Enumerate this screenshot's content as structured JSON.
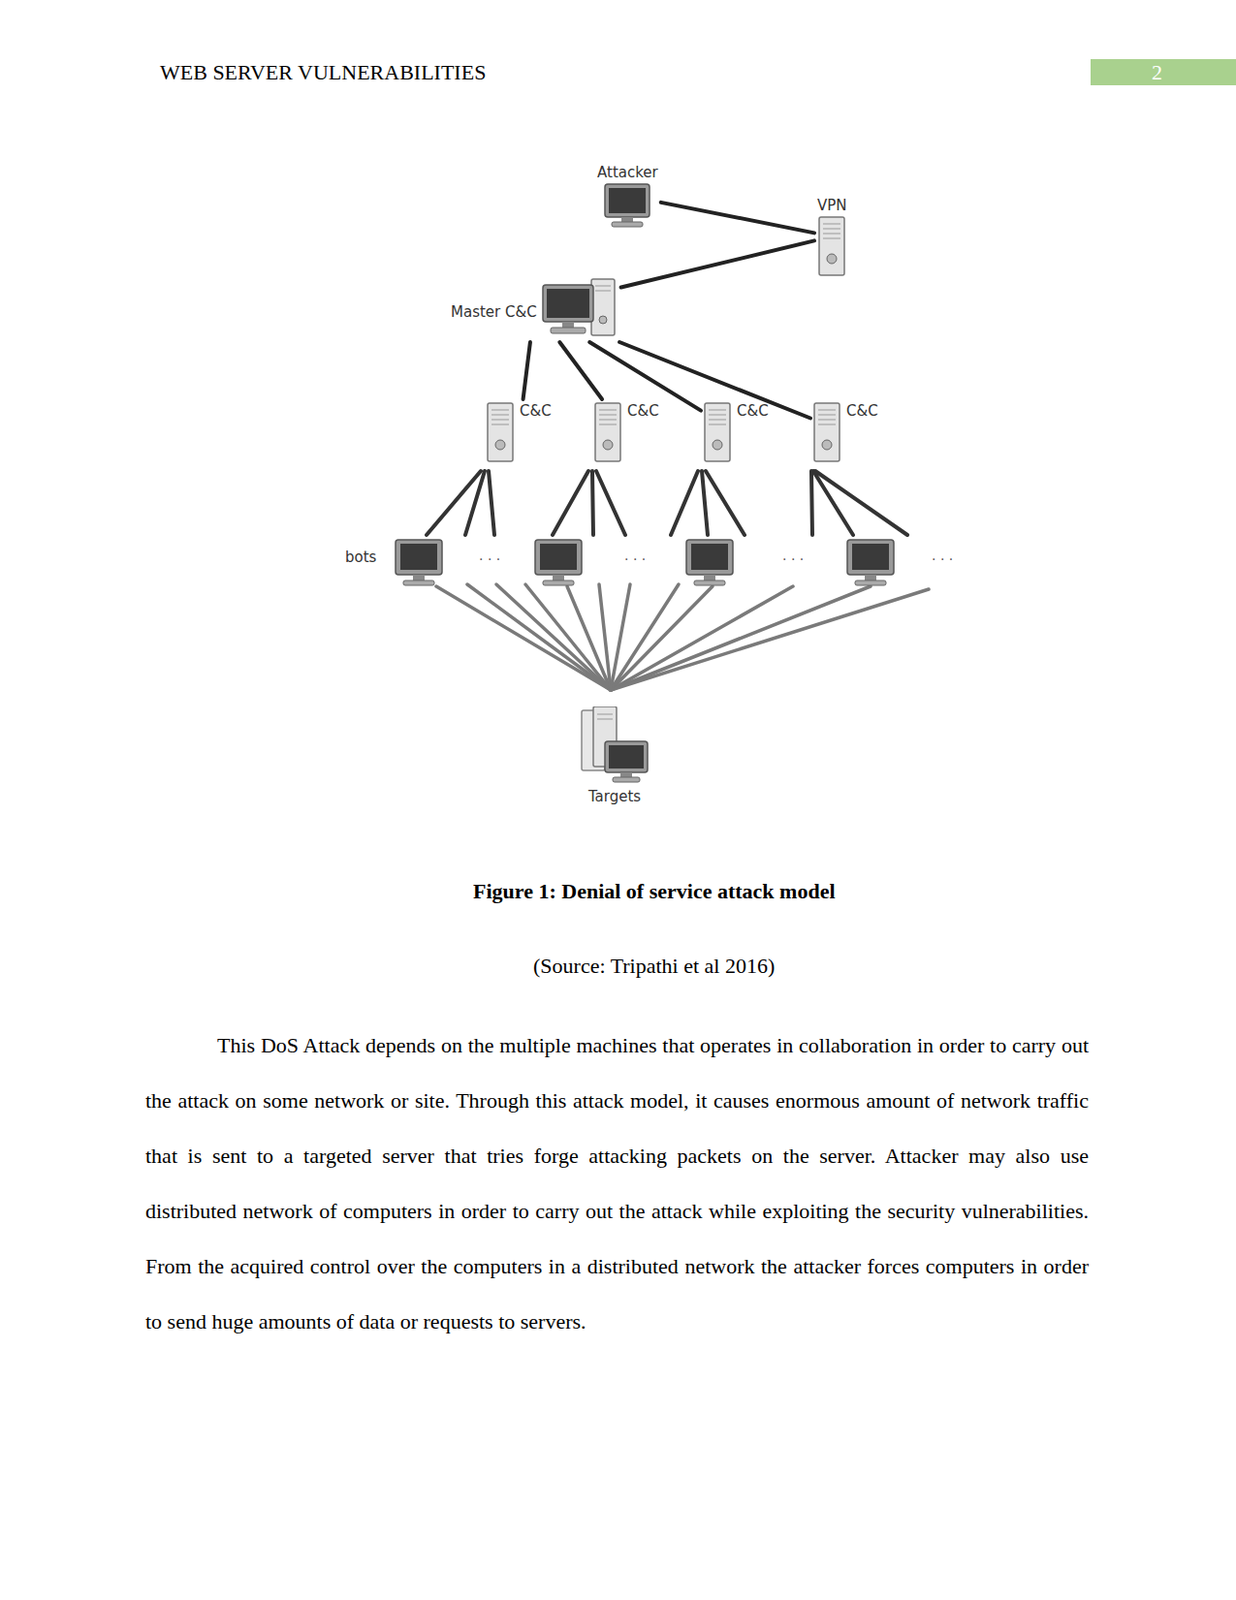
{
  "diagram": {
    "caption": "Figure 1: Denial of service attack model",
    "nodes": [
      {
        "text": [
          "Attacker"
        ]
      },
      {
        "text": [
          "VPN"
        ]
      },
      {
        "text": [
          "Master C&C"
        ]
      },
      {
        "text": [
          "C&C"
        ]
      },
      {
        "text": [
          "C&C"
        ]
      },
      {
        "text": [
          "C&C"
        ]
      },
      {
        "text": [
          "C&C"
        ]
      },
      {
        "text": [
          "Targets"
        ]
      }
    ],
    "edges": [
      {
        "from": 0,
        "to": 1,
        "arrow": "none"
      },
      {
        "from": 1,
        "to": 2,
        "arrow": "none"
      },
      {
        "from": 2,
        "to": 3,
        "arrow": "none"
      },
      {
        "from": 2,
        "to": 4,
        "arrow": "none"
      },
      {
        "from": 2,
        "to": 5,
        "arrow": "none"
      },
      {
        "from": 2,
        "to": 6,
        "arrow": "none"
      }
    ],
    "labels": [
      "WEB SERVER VULNERABILITIES",
      "2",
      "bots",
      ". . .",
      ". . .",
      ". . .",
      ". . .",
      "(Source: Tripathi et al 2016)",
      "This DoS Attack depends on the multiple machines that operates in collaboration in order to carry out the attack on some network or site. Through this attack model, it causes enormous amount of network traffic that is sent to a targeted server that tries forge attacking packets on the server. Attacker may also use distributed network of computers in order to carry out the attack while exploiting the security vulnerabilities. From the acquired control over the computers in a distributed network the attacker forces computers in order to send huge amounts of data or requests to servers."
    ]
  }
}
